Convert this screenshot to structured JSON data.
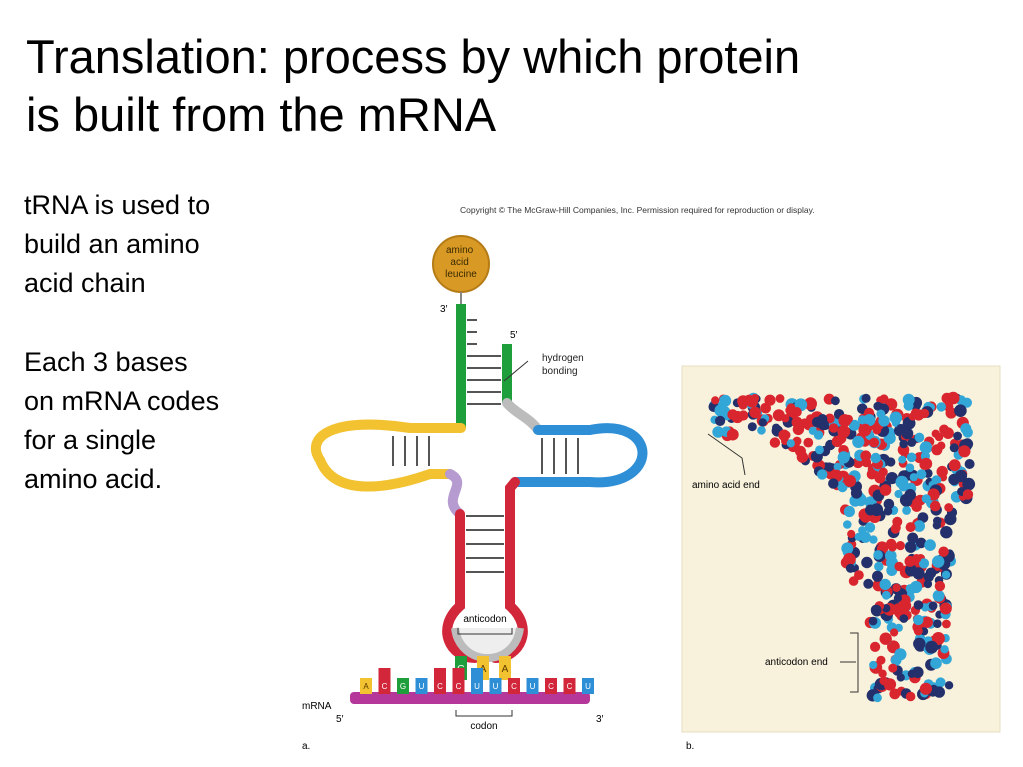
{
  "slide": {
    "title_lines": [
      "Translation:  process by which protein",
      "is built from the mRNA"
    ],
    "bullets": [
      {
        "lines": [
          " tRNA is used to",
          "build an amino",
          "acid chain"
        ]
      },
      {
        "lines": [
          "Each 3 bases",
          "on mRNA codes",
          "for a single",
          "amino acid."
        ]
      }
    ]
  },
  "figure": {
    "copyright": "Copyright © The McGraw-Hill Companies, Inc. Permission required for reproduction or display.",
    "amino_acid_label": [
      "amino",
      "acid",
      "leucine"
    ],
    "three_prime_top": "3′",
    "five_prime_top": "5′",
    "hydrogen_bonding_label": [
      "hydrogen",
      "bonding"
    ],
    "anticodon_label": "anticodon",
    "anticodon_bases": [
      "G",
      "A",
      "A"
    ],
    "mrna_label": "mRNA",
    "mrna_five_prime": "5′",
    "mrna_three_prime": "3′",
    "codon_label": "codon",
    "mrna_bases": [
      "A",
      "C",
      "G",
      "U",
      "C",
      "C",
      "U",
      "U",
      "C",
      "U",
      "C",
      "C",
      "U"
    ],
    "panel_a_label": "a.",
    "panel_b_label": "b.",
    "amino_acid_end_label": "amino acid end",
    "anticodon_end_label": "anticodon end",
    "colors": {
      "acceptor_green": "#1f9e3c",
      "d_arm_yellow": "#f2c230",
      "t_arm_blue": "#2f8fd6",
      "anticodon_red": "#d2263a",
      "loop_purple": "#b59bd0",
      "loop_gray": "#bcbcbc",
      "mrna_magenta": "#b5379a",
      "leucine_orange": "#d99a25",
      "model_red": "#d9262e",
      "model_navy": "#23306b",
      "model_cyan": "#33a6d8",
      "model_background": "#f8f2dc"
    }
  }
}
